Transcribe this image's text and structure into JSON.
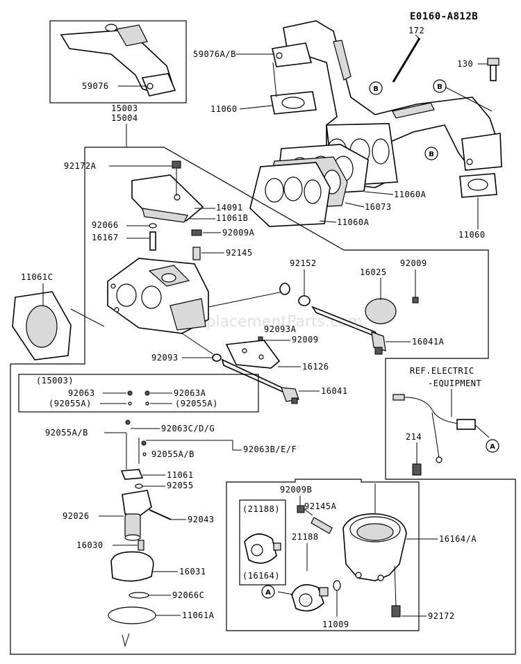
{
  "ref_code": "E0160-A812B",
  "watermark": "eReplacementParts.com",
  "labels": {
    "p59076ab": "59076A/B",
    "p59076": "59076",
    "p172": "172",
    "p130": "130",
    "p11060_top": "11060",
    "p15003": "15003",
    "p15004": "15004",
    "p92172a": "92172A",
    "p14091": "14091",
    "p11061b": "11061B",
    "p92066": "92066",
    "p16167": "16167",
    "p92009a": "92009A",
    "p92145": "92145",
    "p11060a_1": "11060A",
    "p16073": "16073",
    "p11060a_2": "11060A",
    "p11060_right": "11060",
    "p92152": "92152",
    "p16025": "16025",
    "p92009": "92009",
    "p11061c": "11061C",
    "p92093a": "92093A",
    "p92009_mid": "92009",
    "p16041a": "16041A",
    "p92093": "92093",
    "p16126": "16126",
    "p16041": "16041",
    "p15003_paren": "(15003)",
    "p92063": "92063",
    "p92063a": "92063A",
    "p92055a_paren": "(92055A)",
    "p92055a_paren2": "(92055A)",
    "p92055ab": "92055A/B",
    "p92063cdg": "92063C/D/G",
    "p92055ab_2": "92055A/B",
    "p92063bef": "92063B/E/F",
    "p11061": "11061",
    "p92055": "92055",
    "p92026": "92026",
    "p92043": "92043",
    "p16030": "16030",
    "p16031": "16031",
    "p92066c": "92066C",
    "p11061a": "11061A",
    "ref_electric_1": "REF.ELECTRIC",
    "ref_electric_2": "-EQUIPMENT",
    "p214": "214",
    "p92009b": "92009B",
    "p92145a": "92145A",
    "p21188_paren": "(21188)",
    "p16164_paren": "(16164)",
    "p21188": "21188",
    "p16164a": "16164/A",
    "p11009": "11009",
    "p92172": "92172"
  },
  "callouts": {
    "b": "B",
    "a": "A"
  }
}
